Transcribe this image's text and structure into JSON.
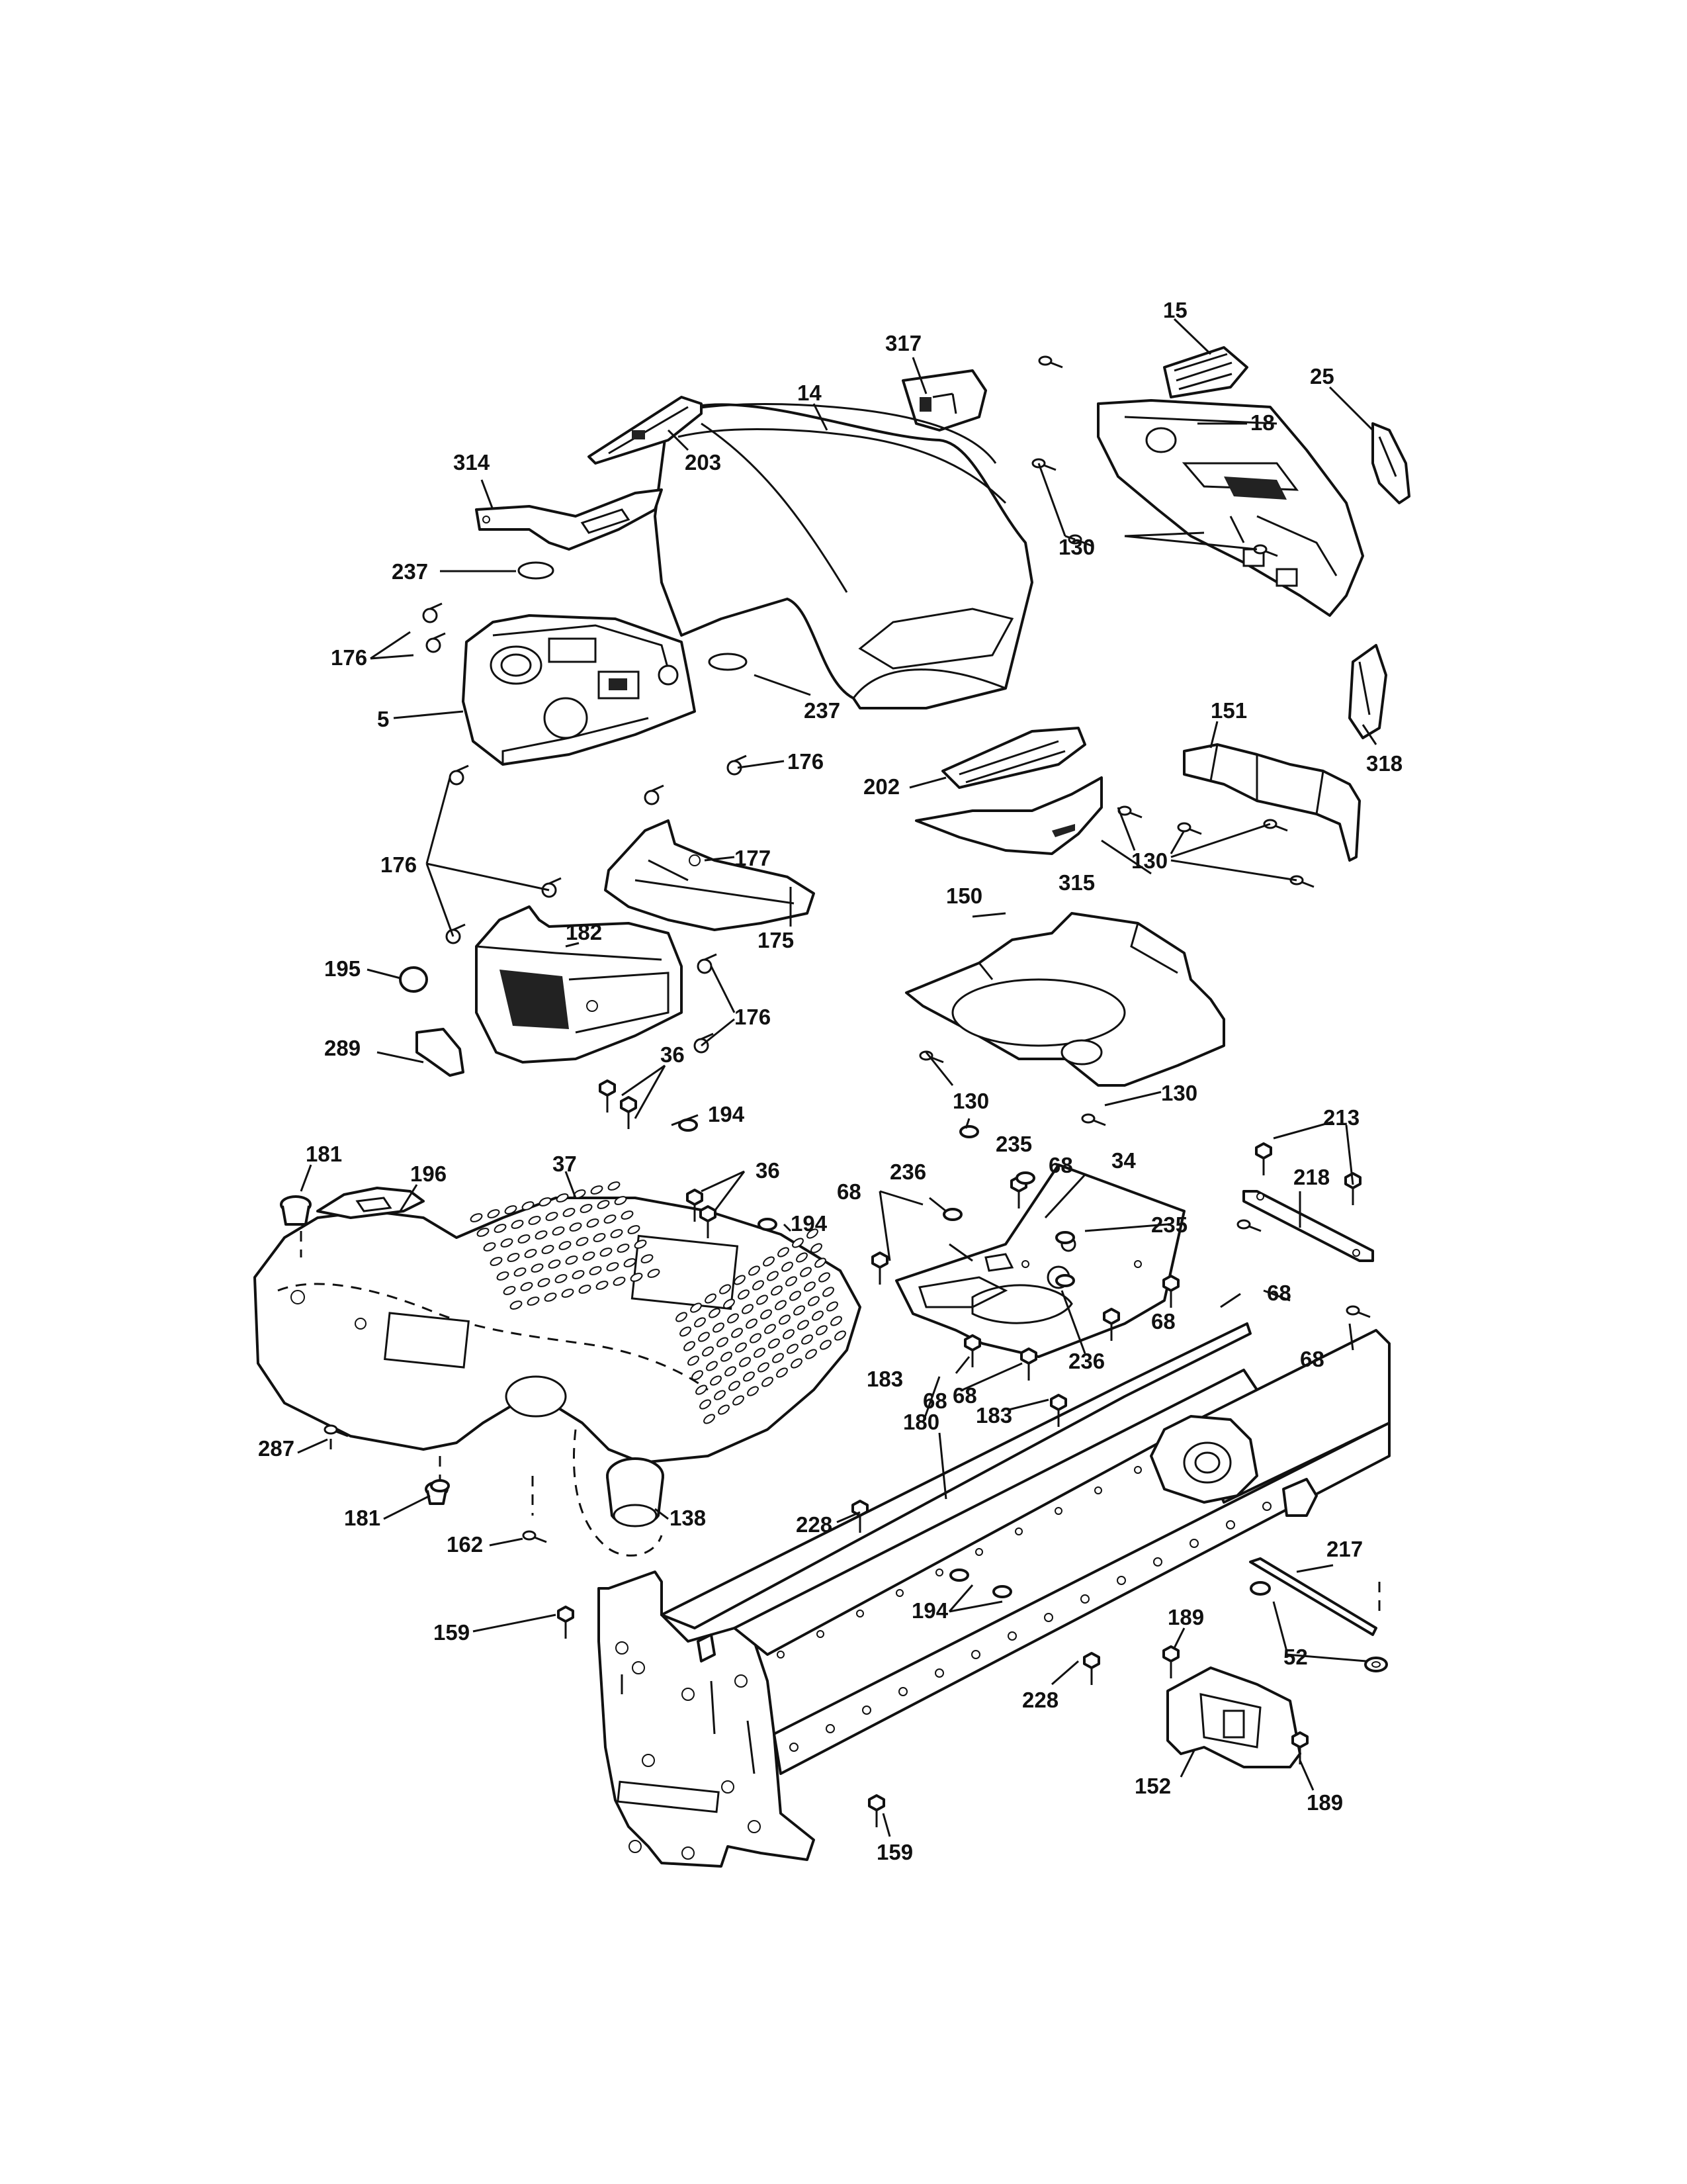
{
  "callouts": [
    {
      "id": "c15",
      "text": "15"
    },
    {
      "id": "c317",
      "text": "317"
    },
    {
      "id": "c25",
      "text": "25"
    },
    {
      "id": "c14",
      "text": "14"
    },
    {
      "id": "c18",
      "text": "18"
    },
    {
      "id": "c314",
      "text": "314"
    },
    {
      "id": "c203",
      "text": "203"
    },
    {
      "id": "c237a",
      "text": "237"
    },
    {
      "id": "c130a",
      "text": "130"
    },
    {
      "id": "c176a",
      "text": "176"
    },
    {
      "id": "c5",
      "text": "5"
    },
    {
      "id": "c237b",
      "text": "237"
    },
    {
      "id": "c318",
      "text": "318"
    },
    {
      "id": "c176b",
      "text": "176"
    },
    {
      "id": "c151",
      "text": "151"
    },
    {
      "id": "c202",
      "text": "202"
    },
    {
      "id": "c130b",
      "text": "130"
    },
    {
      "id": "c315",
      "text": "315"
    },
    {
      "id": "c176c",
      "text": "176"
    },
    {
      "id": "c177",
      "text": "177"
    },
    {
      "id": "c150",
      "text": "150"
    },
    {
      "id": "c182",
      "text": "182"
    },
    {
      "id": "c175",
      "text": "175"
    },
    {
      "id": "c195",
      "text": "195"
    },
    {
      "id": "c176d",
      "text": "176"
    },
    {
      "id": "c289",
      "text": "289"
    },
    {
      "id": "c130c",
      "text": "130"
    },
    {
      "id": "c130d",
      "text": "130"
    },
    {
      "id": "c36a",
      "text": "36"
    },
    {
      "id": "c194a",
      "text": "194"
    },
    {
      "id": "c213",
      "text": "213"
    },
    {
      "id": "c181a",
      "text": "181"
    },
    {
      "id": "c37",
      "text": "37"
    },
    {
      "id": "c36b",
      "text": "36"
    },
    {
      "id": "c235a",
      "text": "235"
    },
    {
      "id": "c34",
      "text": "34"
    },
    {
      "id": "c196",
      "text": "196"
    },
    {
      "id": "c236a",
      "text": "236"
    },
    {
      "id": "c68a",
      "text": "68"
    },
    {
      "id": "c218",
      "text": "218"
    },
    {
      "id": "c68b",
      "text": "68"
    },
    {
      "id": "c194b",
      "text": "194"
    },
    {
      "id": "c235b",
      "text": "235"
    },
    {
      "id": "c68c",
      "text": "68"
    },
    {
      "id": "c68d",
      "text": "68"
    },
    {
      "id": "c68e",
      "text": "68"
    },
    {
      "id": "c236b",
      "text": "236"
    },
    {
      "id": "c68f",
      "text": "68"
    },
    {
      "id": "c183a",
      "text": "183"
    },
    {
      "id": "c68g",
      "text": "68"
    },
    {
      "id": "c183b",
      "text": "183"
    },
    {
      "id": "c180",
      "text": "180"
    },
    {
      "id": "c287",
      "text": "287"
    },
    {
      "id": "c181b",
      "text": "181"
    },
    {
      "id": "c138",
      "text": "138"
    },
    {
      "id": "c228a",
      "text": "228"
    },
    {
      "id": "c162",
      "text": "162"
    },
    {
      "id": "c217",
      "text": "217"
    },
    {
      "id": "c194c",
      "text": "194"
    },
    {
      "id": "c189a",
      "text": "189"
    },
    {
      "id": "c52",
      "text": "52"
    },
    {
      "id": "c159a",
      "text": "159"
    },
    {
      "id": "c228b",
      "text": "228"
    },
    {
      "id": "c152",
      "text": "152"
    },
    {
      "id": "c189b",
      "text": "189"
    },
    {
      "id": "c159b",
      "text": "159"
    }
  ]
}
